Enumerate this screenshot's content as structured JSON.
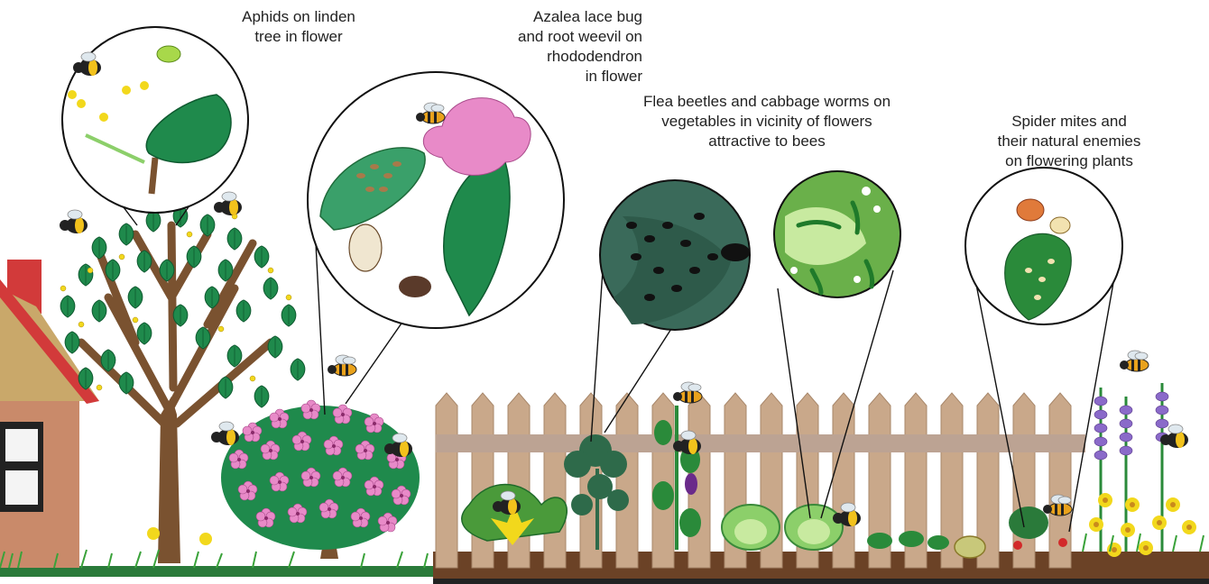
{
  "captions": {
    "aphids": [
      "Aphids on linden",
      "tree in flower"
    ],
    "azalea": [
      "Azalea lace bug",
      "and root weevil on",
      "rhododendron",
      "in flower"
    ],
    "flea": [
      "Flea beetles and cabbage worms on",
      "vegetables in vicinity of flowers",
      "attractive to bees"
    ],
    "mites": [
      "Spider mites and",
      "their natural enemies",
      "on flowering plants"
    ]
  },
  "colors": {
    "leaf": "#1f8a4c",
    "trunk": "#7a5230",
    "fence": "#c9a88a",
    "rhododendron": "#e88ac8",
    "soil": "#6b4226",
    "grass": "#3aa23a",
    "roof": "#c9a86a",
    "chimney": "#d23a3a",
    "house": "#c98a6a"
  },
  "icons": [
    "bee-icon",
    "bumblebee-icon",
    "aphid-icon",
    "lace-bug-icon",
    "weevil-icon",
    "flea-beetle-icon",
    "cabbage-worm-icon",
    "spider-mite-icon",
    "predatory-mite-icon"
  ]
}
